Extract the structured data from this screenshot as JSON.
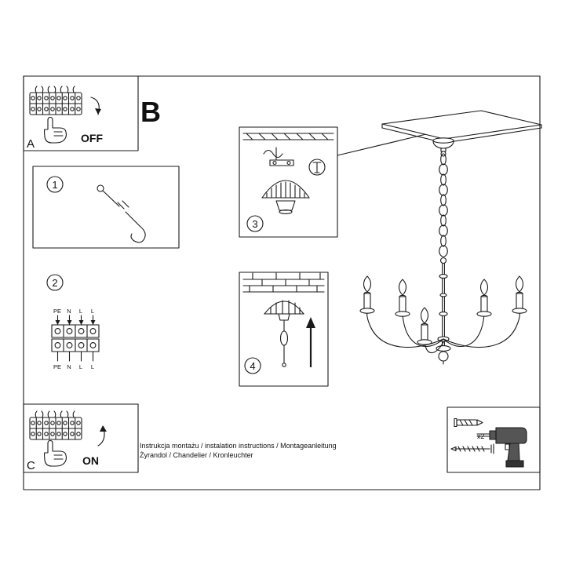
{
  "sections": {
    "a": {
      "label": "A",
      "switch": "OFF"
    },
    "b": {
      "label": "B"
    },
    "c": {
      "label": "C",
      "switch": "ON"
    }
  },
  "steps": {
    "s1": "1",
    "s2": "2",
    "s3": "3",
    "s4": "4"
  },
  "wiring": {
    "top": [
      "PE",
      "N",
      "L",
      "L"
    ],
    "bottom": [
      "PE",
      "N",
      "L",
      "L"
    ]
  },
  "hardware": {
    "anchors_qty": "x2"
  },
  "footer": {
    "line1": "Instrukcja montażu / instalation instructions / Montageanleitung",
    "line2": "Żyrandol / Chandelier / Kronleuchter"
  }
}
